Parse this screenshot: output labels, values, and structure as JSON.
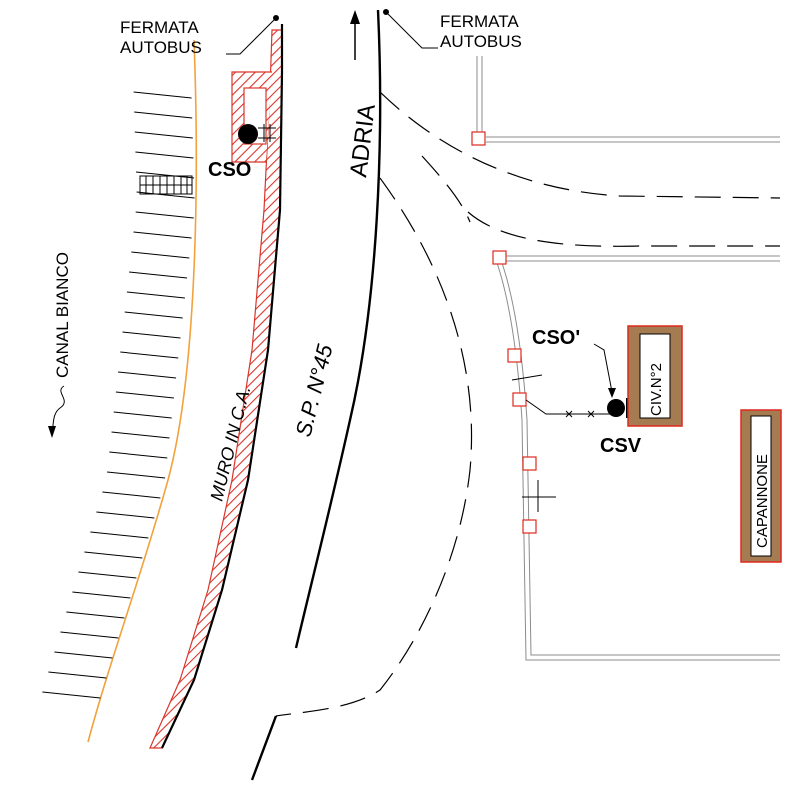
{
  "labels": {
    "bus_stop_left_line1": "FERMATA",
    "bus_stop_left_line2": "AUTOBUS",
    "bus_stop_right_line1": "FERMATA",
    "bus_stop_right_line2": "AUTOBUS",
    "cso_left": "CSO",
    "cso_right": "CSO'",
    "csv": "CSV",
    "road_direction": "ADRIA",
    "road_name": "S.P. N°45",
    "wall": "MURO IN C.A.",
    "canal": "CANAL BIANCO",
    "building_civ": "CIV.N°2",
    "building_shed": "CAPANNONE"
  },
  "colors": {
    "line": "#000000",
    "wall_hatch": "#d9352b",
    "canal_bank": "#f2a23c",
    "building_fill": "#a57c52",
    "building_outline": "#e0281e",
    "fence": "#8c8c8c",
    "post_outline": "#e0281e"
  }
}
